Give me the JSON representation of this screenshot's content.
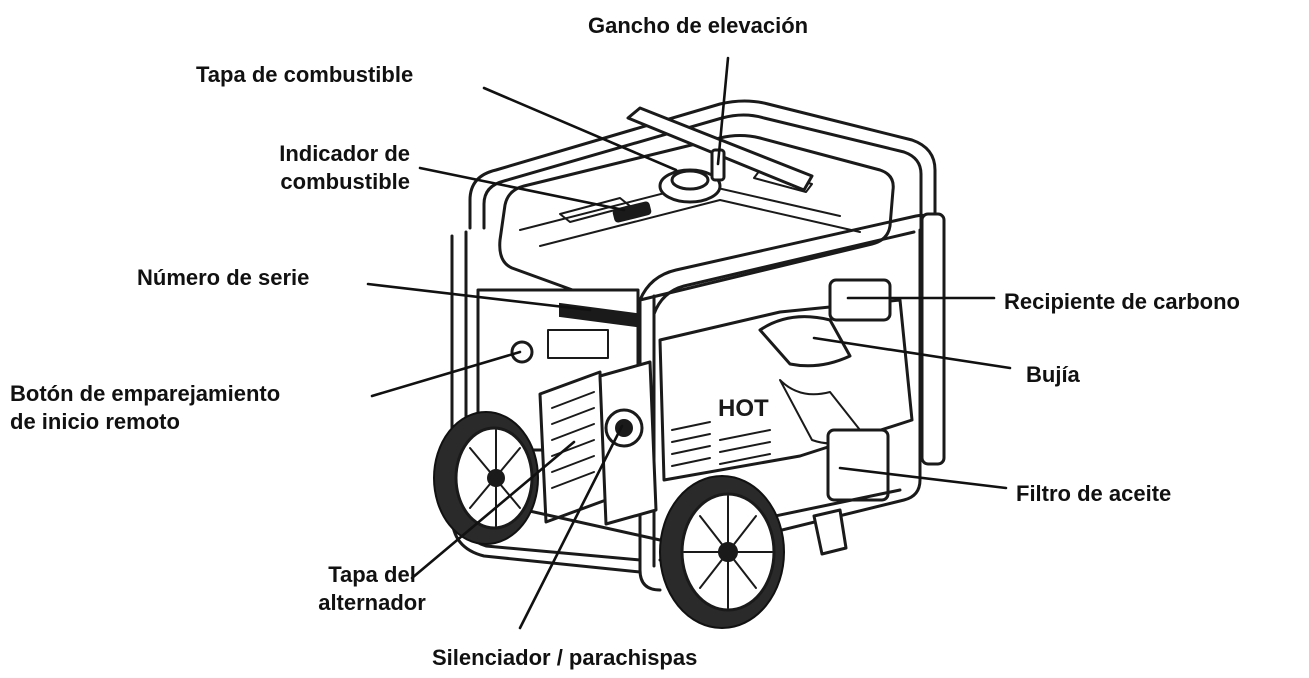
{
  "labels": {
    "lifting_hook": "Gancho de elevación",
    "fuel_cap": "Tapa de combustible",
    "fuel_gauge_line1": "Indicador de",
    "fuel_gauge_line2": "combustible",
    "serial_number": "Número de serie",
    "remote_start_line1": "Botón de emparejamiento",
    "remote_start_line2": "de inicio remoto",
    "alternator_cover_line1": "Tapa del",
    "alternator_cover_line2": "alternador",
    "muffler": "Silenciador / parachispas",
    "carbon_canister": "Recipiente de carbono",
    "spark_plug": "Bujía",
    "oil_filter": "Filtro de aceite"
  },
  "engine_badge": "HOT"
}
